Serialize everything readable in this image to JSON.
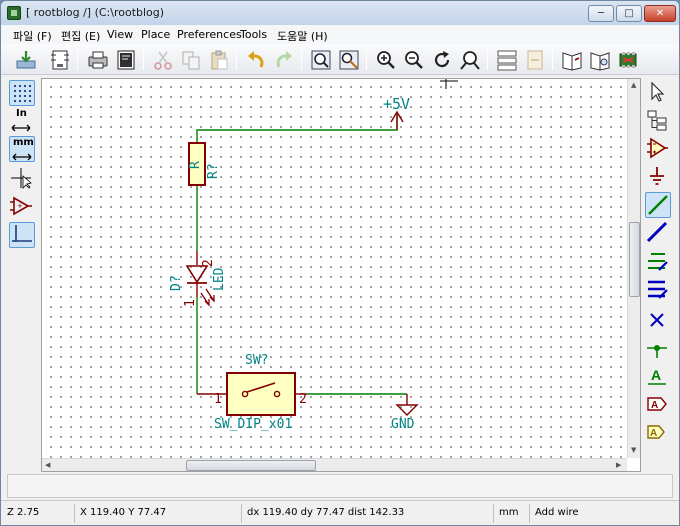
{
  "window": {
    "title": "[ rootblog /] (C:\\rootblog)",
    "controls": [
      "─",
      "□",
      "✕"
    ]
  },
  "menu": [
    "파일 (F)",
    "편집 (E)",
    "View",
    "Place",
    "Preferences",
    "Tools",
    "도움말 (H)"
  ],
  "schematic": {
    "power_label": "+5V",
    "resistor_ref": "R?",
    "resistor_value": "R",
    "led_ref": "D?",
    "led_value": "LED",
    "led_pin_top": "2",
    "led_pin_bottom": "1",
    "switch_ref": "SW?",
    "switch_value": "SW_DIP_x01",
    "switch_pin_left": "1",
    "switch_pin_right": "2",
    "gnd_label": "GND"
  },
  "left_toolbar": {
    "units_in": "In",
    "units_mm": "mm"
  },
  "status": {
    "zoom": "Z 2.75",
    "cursor": "X 119.40  Y 77.47",
    "delta": "dx 119.40  dy 77.47  dist 142.33",
    "units": "mm",
    "mode": "Add wire"
  },
  "colors": {
    "wire": "#008000",
    "component": "#840000",
    "component_fill": "#ffffc2",
    "text": "#008484",
    "power": "#840000"
  }
}
